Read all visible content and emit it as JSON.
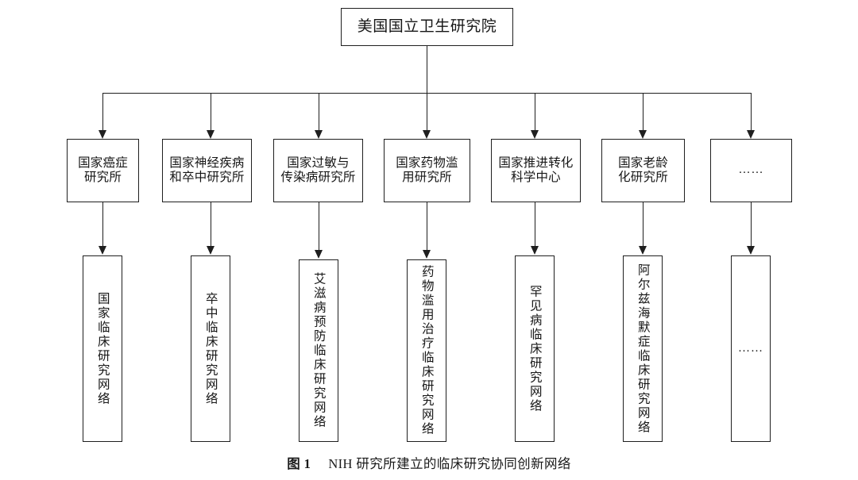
{
  "figure": {
    "caption_label": "图 1",
    "caption_text": "NIH 研究所建立的临床研究协同创新网络"
  },
  "colors": {
    "stroke": "#1f1f1f",
    "background": "#ffffff",
    "text": "#161616"
  },
  "root": {
    "label": "美国国立卫生研究院"
  },
  "institutes": [
    {
      "label": "国家癌症\n研究所",
      "short": "national-cancer-institute"
    },
    {
      "label": "国家神经疾病\n和卒中研究所",
      "short": "national-neurological-disorders-stroke-institute"
    },
    {
      "label": "国家过敏与\n传染病研究所",
      "short": "national-allergy-infectious-diseases-institute"
    },
    {
      "label": "国家药物滥\n用研究所",
      "short": "national-drug-abuse-institute"
    },
    {
      "label": "国家推进转化\n科学中心",
      "short": "national-translational-sciences-center"
    },
    {
      "label": "国家老龄\n化研究所",
      "short": "national-aging-institute"
    },
    {
      "label": "……",
      "short": "more-institutes"
    }
  ],
  "networks": [
    {
      "label": "国家临床研究网络",
      "short": "national-clinical-research-network"
    },
    {
      "label": "卒中临床研究网络",
      "short": "stroke-clinical-research-network"
    },
    {
      "label": "艾滋病预防临床研究网络",
      "short": "aids-prevention-clinical-research-network"
    },
    {
      "label": "药物滥用治疗临床研究网络",
      "short": "drug-abuse-treatment-clinical-research-network"
    },
    {
      "label": "罕见病临床研究网络",
      "short": "rare-disease-clinical-research-network"
    },
    {
      "label": "阿尔兹海默症临床研究网络",
      "short": "alzheimers-clinical-research-network"
    },
    {
      "label": "……",
      "short": "more-networks"
    }
  ]
}
